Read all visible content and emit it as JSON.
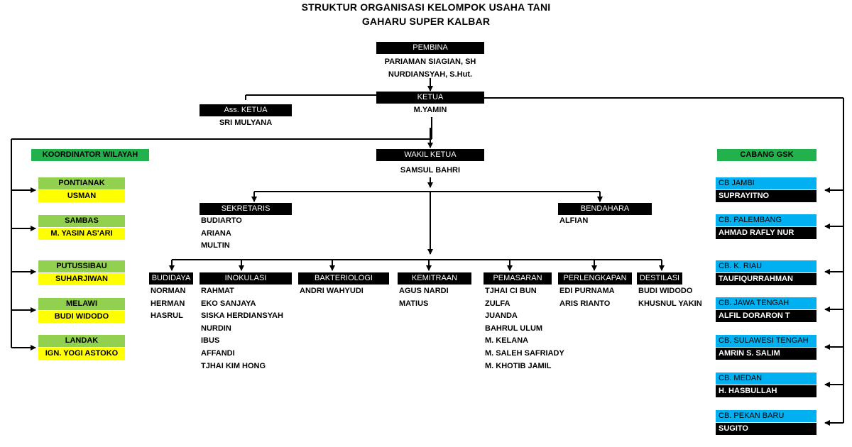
{
  "title_line1": "STRUKTUR ORGANISASI KELOMPOK USAHA TANI",
  "title_line2": "GAHARU SUPER KALBAR",
  "pembina": {
    "label": "PEMBINA",
    "names": [
      "PARIAMAN SIAGIAN, SH",
      "NURDIANSYAH, S.Hut."
    ]
  },
  "ketua": {
    "label": "KETUA",
    "names": [
      "M.YAMIN"
    ]
  },
  "ass_ketua": {
    "label": "Ass. KETUA",
    "names": [
      "SRI MULYANA"
    ]
  },
  "wakil_ketua": {
    "label": "WAKIL KETUA",
    "names": [
      "SAMSUL BAHRI"
    ]
  },
  "sekretaris": {
    "label": "SEKRETARIS",
    "names": [
      "BUDIARTO",
      "ARIANA",
      "MULTIN"
    ]
  },
  "bendahara": {
    "label": "BENDAHARA",
    "names": [
      "ALFIAN"
    ]
  },
  "divisions": [
    {
      "label": "BUDIDAYA",
      "names": [
        "NORMAN",
        "HERMAN",
        "HASRUL"
      ]
    },
    {
      "label": "INOKULASI",
      "names": [
        "RAHMAT",
        "EKO SANJAYA",
        "SISKA HERDIANSYAH",
        "NURDIN",
        "IBUS",
        "AFFANDI",
        "TJHAI KIM HONG"
      ]
    },
    {
      "label": "BAKTERIOLOGI",
      "names": [
        "ANDRI WAHYUDI"
      ]
    },
    {
      "label": "KEMITRAAN",
      "names": [
        "AGUS NARDI",
        "MATIUS"
      ]
    },
    {
      "label": "PEMASARAN",
      "names": [
        "TJHAI CI BUN",
        "ZULFA",
        "JUANDA",
        "BAHRUL ULUM",
        "M. KELANA",
        "M. SALEH SAFRIADY",
        "M. KHOTIB JAMIL"
      ]
    },
    {
      "label": "PERLENGKAPAN",
      "names": [
        "EDI PURNAMA",
        "ARIS RIANTO"
      ]
    },
    {
      "label": "DESTILASI",
      "names": [
        "BUDI WIDODO",
        "KHUSNUL YAKIN"
      ]
    }
  ],
  "koordinator_header": "KOORDINATOR WILAYAH",
  "koordinator": [
    {
      "region": "PONTIANAK",
      "name": "USMAN"
    },
    {
      "region": "SAMBAS",
      "name": "M. YASIN AS'ARI"
    },
    {
      "region": "PUTUSSIBAU",
      "name": "SUHARJIWAN"
    },
    {
      "region": "MELAWI",
      "name": "BUDI WIDODO"
    },
    {
      "region": "LANDAK",
      "name": "IGN. YOGI ASTOKO"
    }
  ],
  "cabang_header": "CABANG  GSK",
  "cabang": [
    {
      "branch": "CB JAMBI",
      "name": "SUPRAYITNO"
    },
    {
      "branch": "CB. PALEMBANG",
      "name": "AHMAD RAFLY NUR"
    },
    {
      "branch": "CB. K. RIAU",
      "name": "TAUFIQURRAHMAN"
    },
    {
      "branch": "CB. JAWA TENGAH",
      "name": "ALFIL DORARON T"
    },
    {
      "branch": "CB. SULAWESI TENGAH",
      "name": "AMRIN S. SALIM"
    },
    {
      "branch": "CB. MEDAN",
      "name": "H. HASBULLAH"
    },
    {
      "branch": "CB. PEKAN BARU",
      "name": "SUGITO"
    }
  ],
  "colors": {
    "box": "#000000",
    "green_header": "#22b14c",
    "kw_header": "#92d050",
    "kw_value": "#ffff00",
    "cb_header": "#00b0f0",
    "line": "#000000"
  }
}
